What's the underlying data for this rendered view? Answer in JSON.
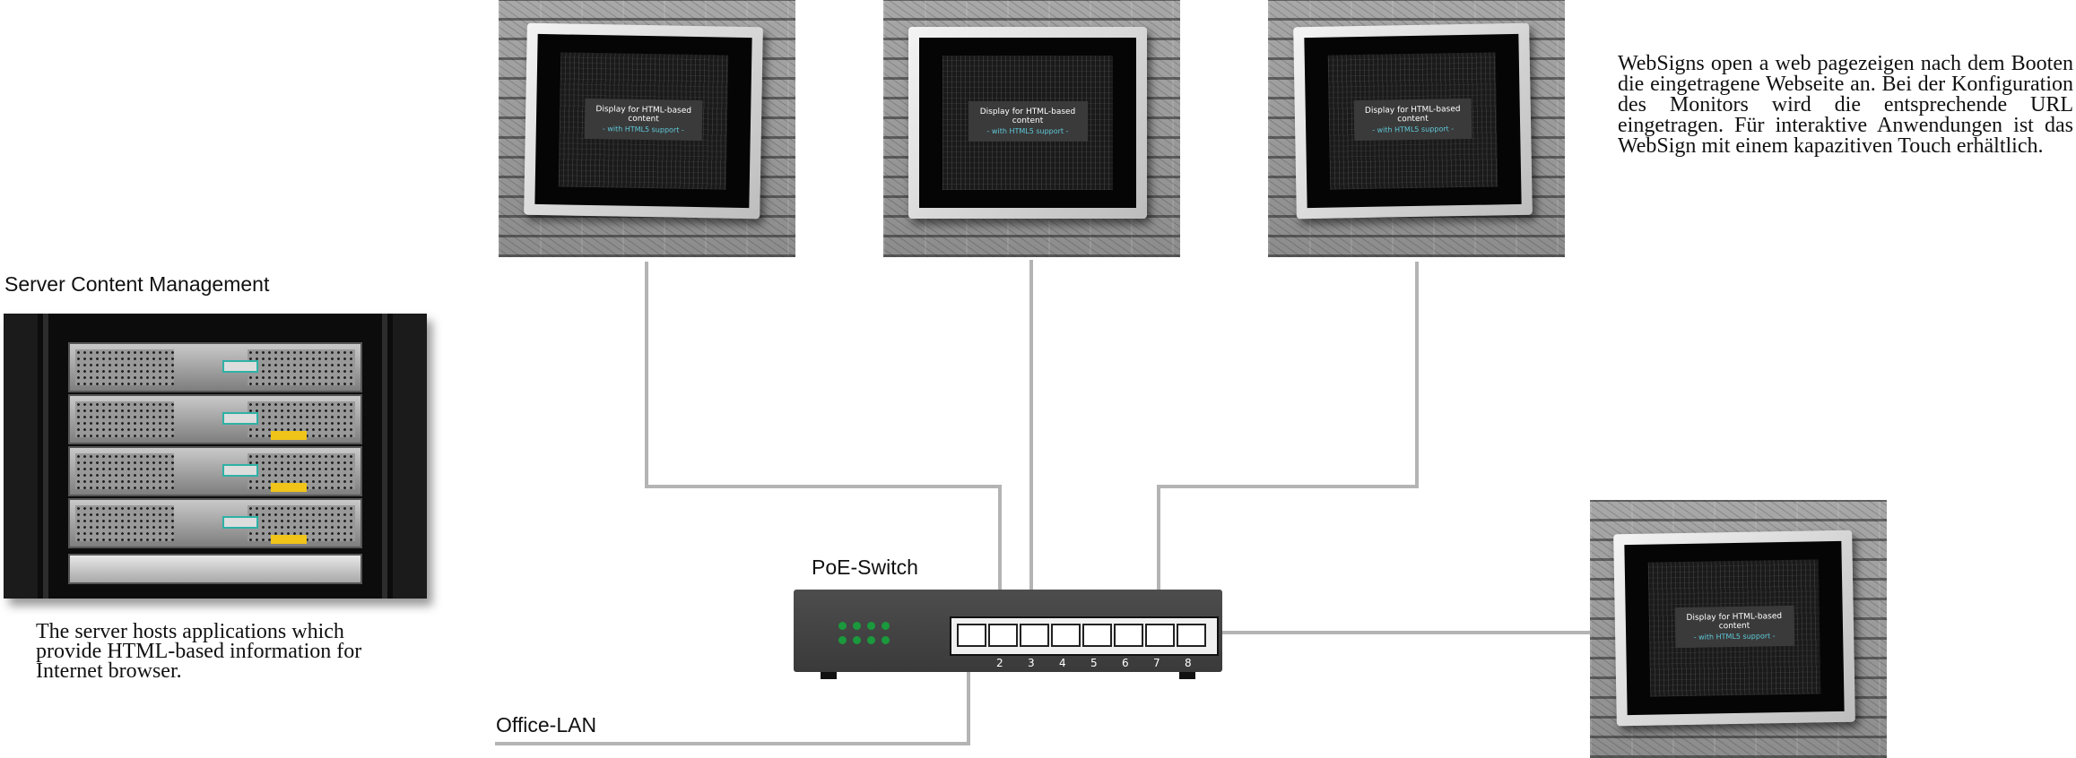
{
  "server": {
    "title": "Server Content Management",
    "description": "The server hosts applications which provide HTML-based information for Internet browser."
  },
  "websign_text": "WebSigns open a web pagezeigen nach dem Booten die eingetragene Webseite an. Bei der Konfiguration des Monitors wird die entsprechende URL eingetragen. Für interaktive Anwendungen ist das WebSign mit einem kapazitiven Touch erhältlich.",
  "display": {
    "line1": "Display for HTML-based content",
    "line2": "- with HTML5 support -"
  },
  "switch": {
    "label": "PoE-Switch",
    "port_numbers": [
      "2",
      "3",
      "4",
      "5",
      "6",
      "7",
      "8"
    ]
  },
  "office_lan": "Office-LAN",
  "colors": {
    "cable": "#b4b4b4",
    "led": "#1a9a3c",
    "accent_text": "#5ec8d8"
  }
}
